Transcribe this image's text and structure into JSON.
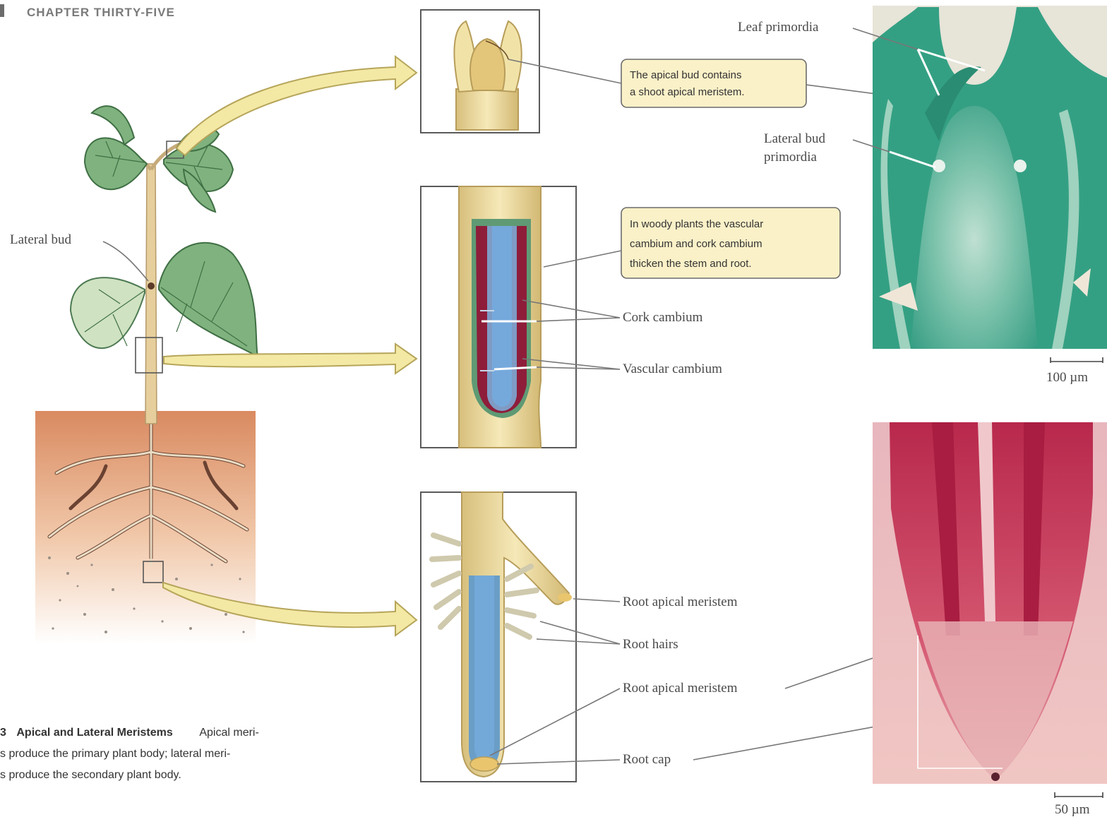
{
  "header": {
    "chapter_title": "CHAPTER THIRTY-FIVE"
  },
  "plant": {
    "lateral_bud_label": "Lateral bud"
  },
  "shoot": {
    "callout_line1": "The apical bud contains",
    "callout_line2": "a shoot apical meristem.",
    "leaf_primordia_label": "Leaf primordia",
    "lateral_bud_primordia_line1": "Lateral bud",
    "lateral_bud_primordia_line2": "primordia",
    "scale_label": "100 µm"
  },
  "stem": {
    "callout_line1": "In woody plants the vascular",
    "callout_line2": "cambium and cork cambium",
    "callout_line3": "thicken the stem and root.",
    "cork_cambium_label": "Cork cambium",
    "vascular_cambium_label": "Vascular cambium"
  },
  "root": {
    "lateral_root_meristem_label": "Root apical meristem",
    "root_hairs_label": "Root hairs",
    "root_apical_meristem_label": "Root apical meristem",
    "root_cap_label": "Root cap",
    "scale_label": "50 µm"
  },
  "caption": {
    "fig_fragment": "3",
    "title": "Apical and Lateral Meristems",
    "line1_rest": "Apical meri-",
    "line2": "s produce the primary plant body; lateral meri-",
    "line3": "s produce the secondary plant body."
  },
  "colors": {
    "callout_fill": "#fbf1c8",
    "shoot_micrograph": "#3aa58c",
    "root_micrograph": "#c9405e",
    "soil": "#d9906a",
    "phloem_red": "#8e1d3a",
    "xylem_blue": "#6fa6d6"
  }
}
